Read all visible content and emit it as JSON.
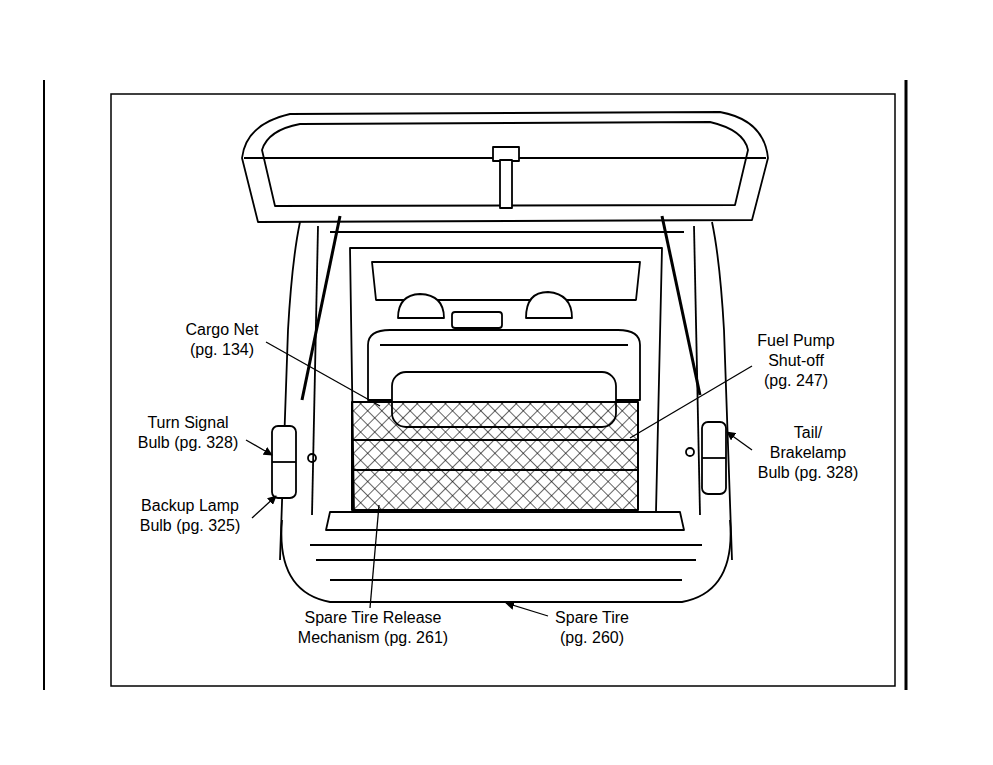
{
  "diagram": {
    "labels": [
      "Cargo Net (pg. 134)",
      "Turn Signal Bulb (pg. 328)",
      "Backup Lamp Bulb (pg. 325)",
      "Spare Tire Release Mechanism (pg. 261)",
      "Spare Tire (pg. 260)",
      "Fuel Pump Shut-off (pg. 247)",
      "Tail/ Brakelamp Bulb (pg. 328)"
    ]
  }
}
